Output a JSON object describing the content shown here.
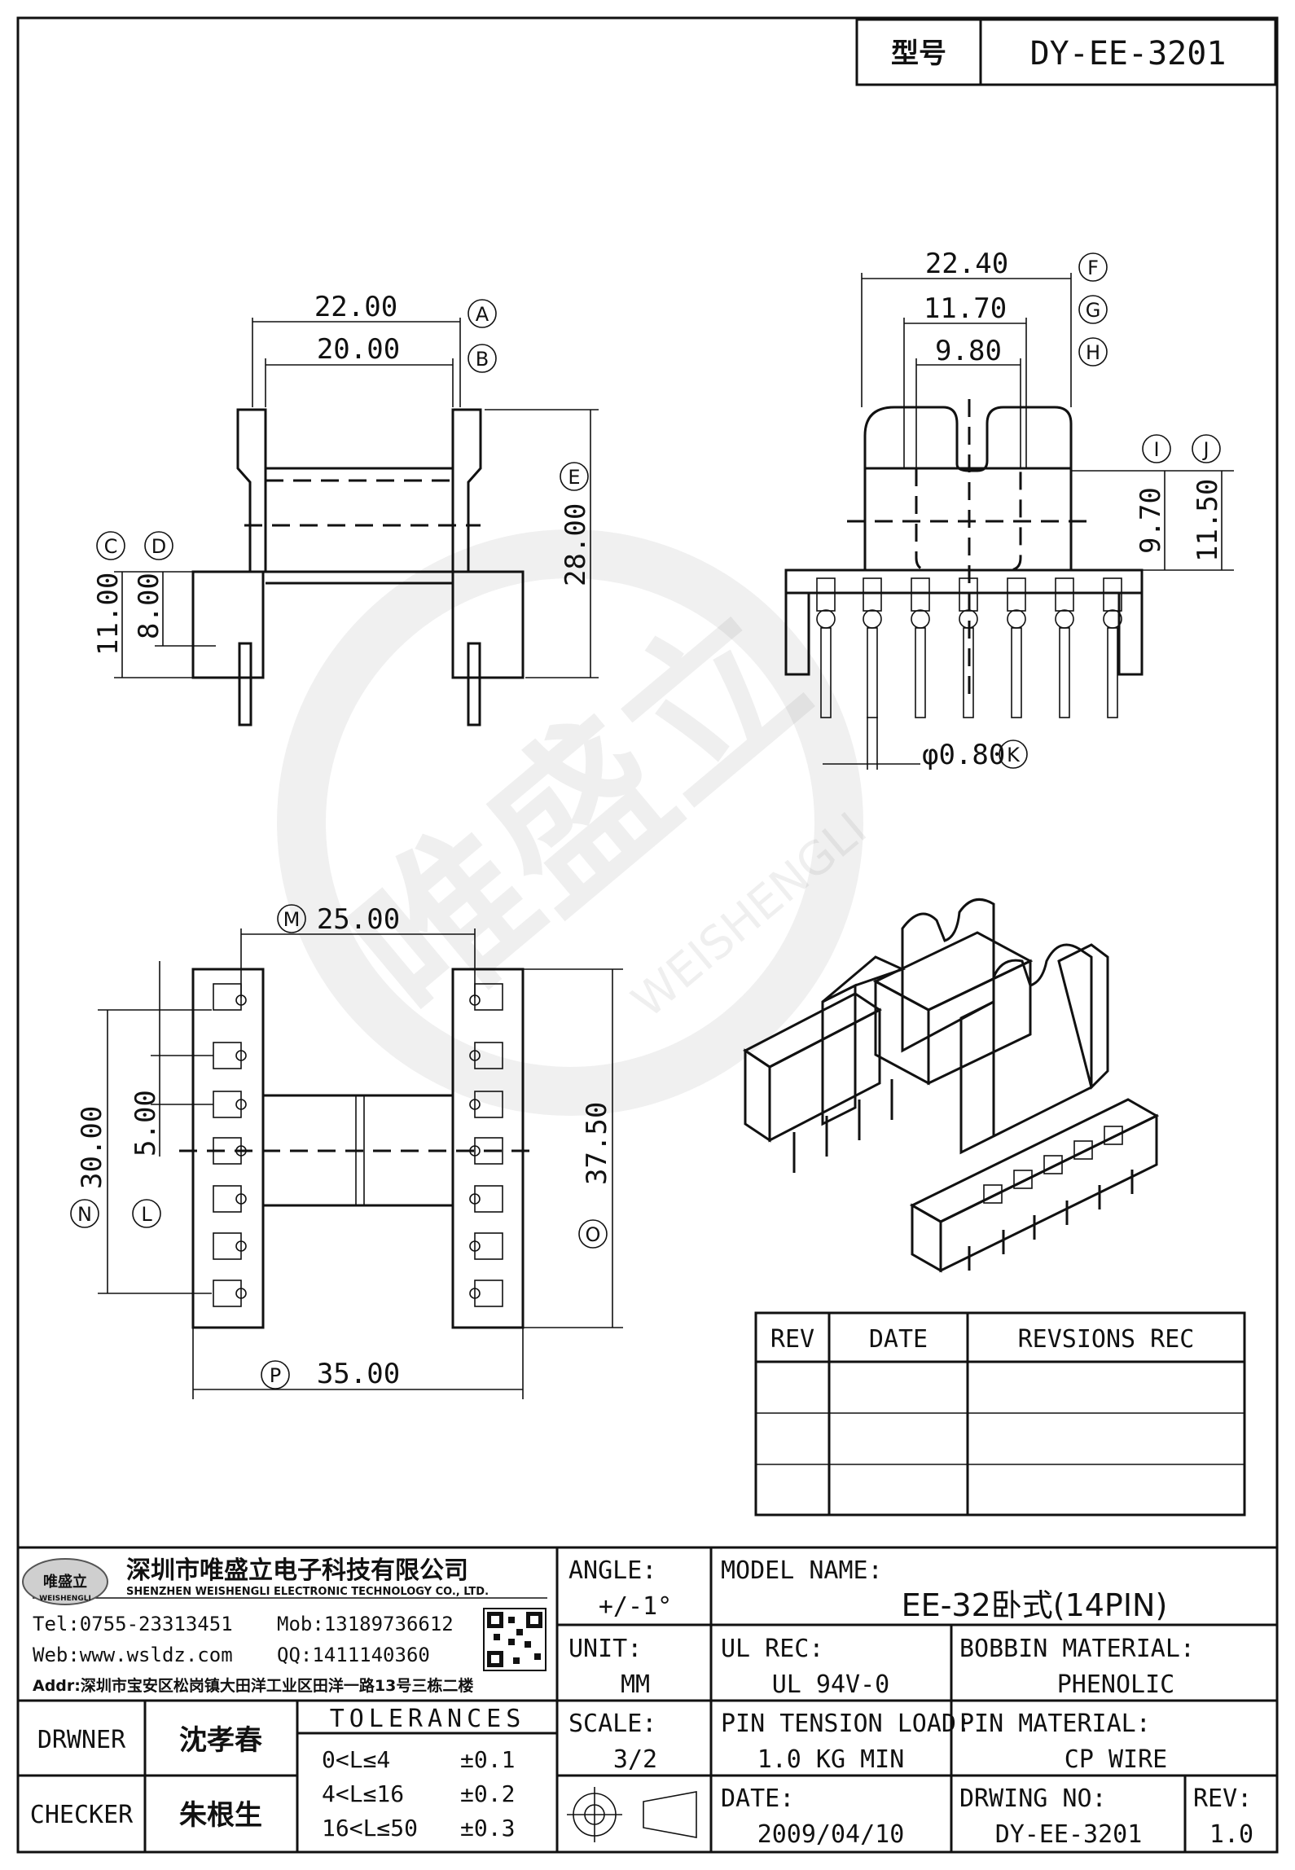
{
  "header": {
    "type_label": "型号",
    "model_code": "DY-EE-3201"
  },
  "watermark": {
    "brand": "唯盛立",
    "brand_en": "WEISHENGLI"
  },
  "side_view": {
    "dim_a": "22.00",
    "dim_b": "20.00",
    "dim_e": "28.00",
    "dim_c": "11.00",
    "dim_d": "8.00",
    "markers": {
      "a": "A",
      "b": "B",
      "c": "C",
      "d": "D",
      "e": "E"
    }
  },
  "front_view": {
    "dim_f": "22.40",
    "dim_g": "11.70",
    "dim_h": "9.80",
    "dim_i": "9.70",
    "dim_j": "11.50",
    "dim_k": "φ0.80",
    "markers": {
      "f": "F",
      "g": "G",
      "h": "H",
      "i": "I",
      "j": "J",
      "k": "K"
    }
  },
  "bottom_view": {
    "dim_m": "25.00",
    "dim_n": "30.00",
    "dim_l": "5.00",
    "dim_o": "37.50",
    "dim_p": "35.00",
    "markers": {
      "m": "M",
      "n": "N",
      "l": "L",
      "o": "O",
      "p": "P"
    }
  },
  "revision_table": {
    "headers": [
      "REV",
      "DATE",
      "REVSIONS REC"
    ],
    "rows": [
      [
        "",
        "",
        ""
      ],
      [
        "",
        "",
        ""
      ],
      [
        "",
        "",
        ""
      ]
    ]
  },
  "title_block": {
    "company_cn": "深圳市唯盛立电子科技有限公司",
    "company_en": "SHENZHEN WEISHENGLI ELECTRONIC TECHNOLOGY CO., LTD.",
    "logo_text": "唯盛立",
    "logo_sub": "WEISHENGLI",
    "tel": "Tel:0755-23313451",
    "mob": "Mob:13189736612",
    "web": "Web:www.wsldz.com",
    "qq": "QQ:1411140360",
    "addr": "Addr:深圳市宝安区松岗镇大田洋工业区田洋一路13号三栋二楼",
    "angle_label": "ANGLE:",
    "angle_value": "+/-1°",
    "model_name_label": "MODEL NAME:",
    "model_name_value": "EE-32卧式(14PIN)",
    "unit_label": "UNIT:",
    "unit_value": "MM",
    "ul_rec_label": "UL REC:",
    "ul_rec_value": "UL 94V-0",
    "bobbin_material_label": "BOBBIN MATERIAL:",
    "bobbin_material_value": "PHENOLIC",
    "scale_label": "SCALE:",
    "scale_value": "3/2",
    "pin_tension_label": "PIN TENSION LOAD:",
    "pin_tension_value": "1.0 KG MIN",
    "pin_material_label": "PIN MATERIAL:",
    "pin_material_value": "CP WIRE",
    "date_label": "DATE:",
    "date_value": "2009/04/10",
    "drwing_no_label": "DRWING NO:",
    "drwing_no_value": "DY-EE-3201",
    "rev_label": "REV:",
    "rev_value": "1.0",
    "drawner_label": "DRWNER",
    "drawner_value": "沈孝春",
    "checker_label": "CHECKER",
    "checker_value": "朱根生",
    "tolerances_label": "TOLERANCES",
    "tolerances": [
      {
        "range": "0<L≤4",
        "value": "±0.1"
      },
      {
        "range": "4<L≤16",
        "value": "±0.2"
      },
      {
        "range": "16<L≤50",
        "value": "±0.3"
      }
    ]
  }
}
